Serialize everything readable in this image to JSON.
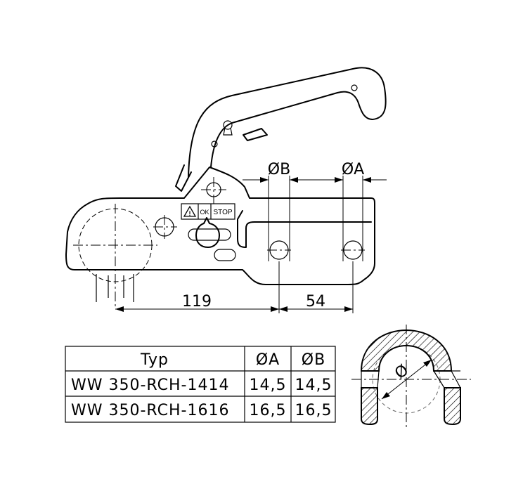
{
  "dimensions": {
    "bore_a": "ØA",
    "bore_b": "ØB",
    "length_119": "119",
    "length_54": "54",
    "section_diameter": "Ø"
  },
  "labels": {
    "ok": "OK",
    "stop": "STOP"
  },
  "table": {
    "headers": [
      "Typ",
      "ØA",
      "ØB"
    ],
    "rows": [
      [
        "WW 350-RCH-1414",
        "14,5",
        "14,5"
      ],
      [
        "WW 350-RCH-1616",
        "16,5",
        "16,5"
      ]
    ]
  }
}
